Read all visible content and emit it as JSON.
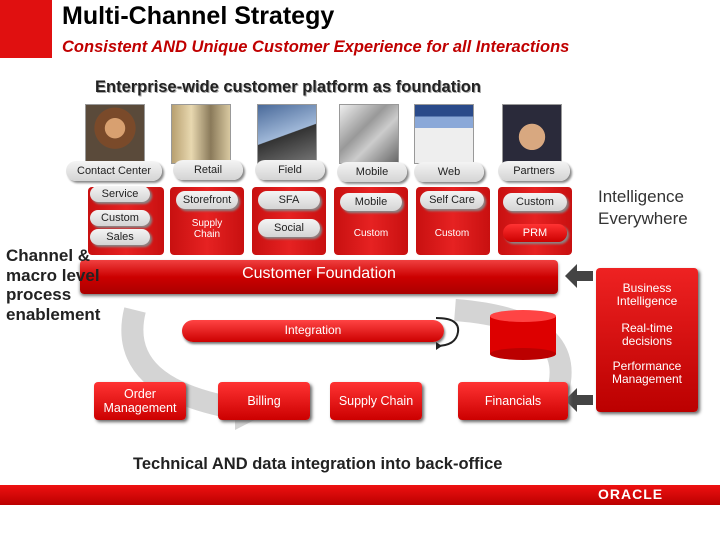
{
  "header": {
    "title": "Multi-Channel Strategy",
    "subtitle": "Consistent AND Unique Customer Experience for all Interactions"
  },
  "foundation_label": "Enterprise-wide customer platform as foundation",
  "channels": [
    {
      "name": "Contact Center",
      "items": [
        "Service",
        "Custom",
        "Sales"
      ],
      "photo": "agent-headset-photo"
    },
    {
      "name": "Retail",
      "items": [
        "Storefront",
        "Supply Chain"
      ],
      "photo": "retail-store-photo"
    },
    {
      "name": "Field",
      "items": [
        "SFA",
        "Social"
      ],
      "photo": "laptop-photo"
    },
    {
      "name": "Mobile",
      "items": [
        "Mobile",
        "Custom"
      ],
      "photo": "mobile-device-photo"
    },
    {
      "name": "Web",
      "items": [
        "Self Care",
        "Custom"
      ],
      "photo": "web-browser-photo"
    },
    {
      "name": "Partners",
      "items": [
        "Custom",
        "PRM"
      ],
      "photo": "handshake-photo"
    }
  ],
  "intelligence_label": "Intelligence Everywhere",
  "customer_foundation": "Customer Foundation",
  "integration": "Integration",
  "left_label": "Channel & macro level process enablement",
  "right_panel": [
    "Business Intelligence",
    "Real-time decisions",
    "Performance Management"
  ],
  "back_office": [
    "Order Management",
    "Billing",
    "Supply Chain",
    "Financials"
  ],
  "bottom_label": "Technical AND data integration into back-office",
  "logo": "ORACLE",
  "colors": {
    "accent": "#cc0000",
    "footer": "#c00000"
  }
}
